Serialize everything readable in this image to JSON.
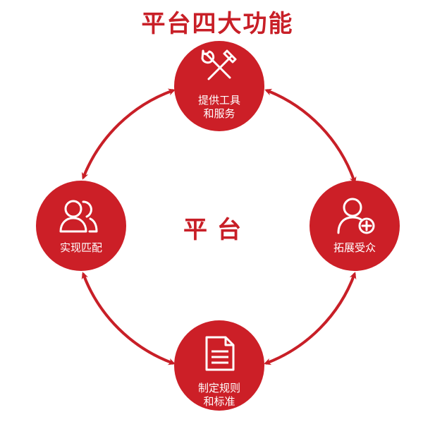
{
  "title": "平台四大功能",
  "center": "平台",
  "colors": {
    "accent": "#c81f27",
    "node_fill": "#cc1f27"
  },
  "nodes": {
    "top": {
      "label": "提供工具\n和服务",
      "icon": "tools-icon"
    },
    "right": {
      "label": "拓展受众",
      "icon": "add-user-icon"
    },
    "bottom": {
      "label": "制定规则\n和标准",
      "icon": "document-icon"
    },
    "left": {
      "label": "实现匹配",
      "icon": "users-icon"
    }
  }
}
